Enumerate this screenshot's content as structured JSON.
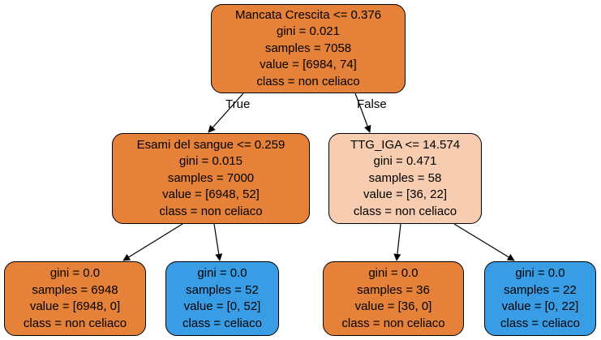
{
  "colors": {
    "non_celiaco_strong": "#e58139",
    "non_celiaco_light": "#f6cdb0",
    "celiaco": "#399de5",
    "edge": "#000000"
  },
  "edge_labels": {
    "true": "True",
    "false": "False"
  },
  "nodes": [
    {
      "id": "root",
      "lines": [
        "Mancata Crescita <= 0.376",
        "gini = 0.021",
        "samples = 7058",
        "value = [6984, 74]",
        "class = non celiaco"
      ],
      "fill": "non_celiaco_strong"
    },
    {
      "id": "left",
      "lines": [
        "Esami del sangue <= 0.259",
        "gini = 0.015",
        "samples = 7000",
        "value = [6948, 52]",
        "class = non celiaco"
      ],
      "fill": "non_celiaco_strong"
    },
    {
      "id": "right",
      "lines": [
        "TTG_IGA <= 14.574",
        "gini = 0.471",
        "samples = 58",
        "value = [36, 22]",
        "class = non celiaco"
      ],
      "fill": "non_celiaco_light"
    },
    {
      "id": "ll",
      "lines": [
        "gini = 0.0",
        "samples = 6948",
        "value = [6948, 0]",
        "class = non celiaco"
      ],
      "fill": "non_celiaco_strong"
    },
    {
      "id": "lr",
      "lines": [
        "gini = 0.0",
        "samples = 52",
        "value = [0, 52]",
        "class = celiaco"
      ],
      "fill": "celiaco"
    },
    {
      "id": "rl",
      "lines": [
        "gini = 0.0",
        "samples = 36",
        "value = [36, 0]",
        "class = non celiaco"
      ],
      "fill": "non_celiaco_strong"
    },
    {
      "id": "rr",
      "lines": [
        "gini = 0.0",
        "samples = 22",
        "value = [0, 22]",
        "class = celiaco"
      ],
      "fill": "celiaco"
    }
  ],
  "edges": [
    {
      "from": "root",
      "to": "left",
      "label": "true"
    },
    {
      "from": "root",
      "to": "right",
      "label": "false"
    },
    {
      "from": "left",
      "to": "ll"
    },
    {
      "from": "left",
      "to": "lr"
    },
    {
      "from": "right",
      "to": "rl"
    },
    {
      "from": "right",
      "to": "rr"
    }
  ]
}
